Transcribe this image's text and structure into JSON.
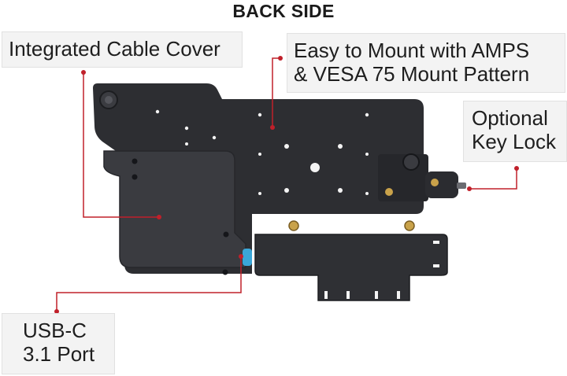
{
  "title": "BACK SIDE",
  "callouts": {
    "cable_cover": "Integrated Cable Cover",
    "mount_line1": "Easy to Mount with AMPS",
    "mount_line2": "& VESA 75 Mount Pattern",
    "lock_line1": "Optional",
    "lock_line2": "Key Lock",
    "usb_line1": "USB-C",
    "usb_line2": "3.1 Port"
  },
  "colors": {
    "callout_line": "#c0202a",
    "plate": "#2e2f33",
    "cover": "#3a3b40",
    "label_bg": "#f3f3f3",
    "usb_port": "#3aa6d8",
    "brass": "#c9a24a"
  }
}
